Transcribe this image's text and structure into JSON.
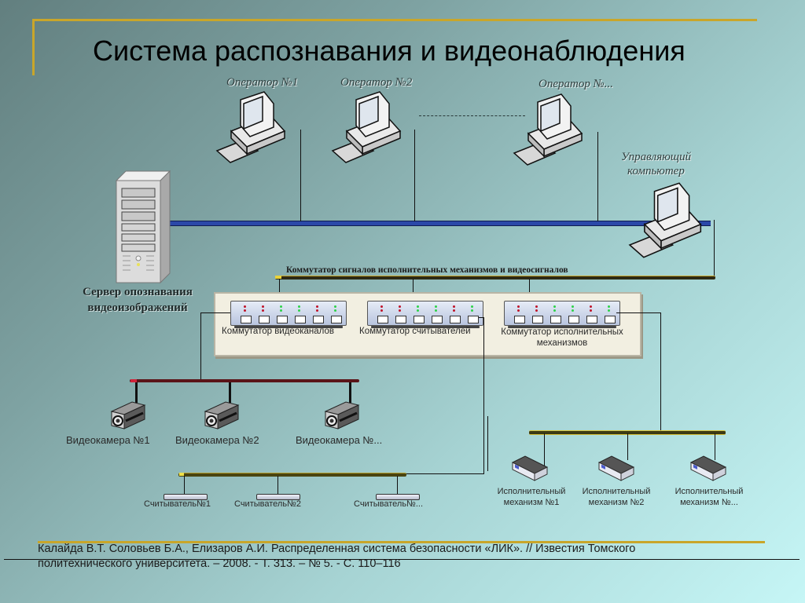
{
  "title": "Система распознавания и видеонаблюдения",
  "operators": [
    {
      "label": "Оператор №1"
    },
    {
      "label": "Оператор №2"
    },
    {
      "label": "Оператор №..."
    }
  ],
  "control_computer": {
    "label_line1": "Управляющий",
    "label_line2": "компьютер"
  },
  "server": {
    "label_line1": "Сервер опознавания",
    "label_line2": "видеоизображений"
  },
  "signal_bus": {
    "label": "Коммутатор сигналов исполнительных механизмов и видеосигналов"
  },
  "switches": [
    {
      "label": "Коммутатор видеоканалов",
      "leds": [
        "red",
        "red",
        "green",
        "green",
        "red",
        "green"
      ]
    },
    {
      "label": "Коммутатор считывателей",
      "leds": [
        "red",
        "red",
        "green",
        "green",
        "red",
        "green"
      ]
    },
    {
      "label_line1": "Коммутатор исполнительных",
      "label_line2": "механизмов",
      "leds": [
        "red",
        "red",
        "green",
        "green",
        "red",
        "green"
      ]
    }
  ],
  "cameras": [
    {
      "label": "Видеокамера №1"
    },
    {
      "label": "Видеокамера №2"
    },
    {
      "label": "Видеокамера №..."
    }
  ],
  "readers": [
    {
      "label": "Считыватель№1"
    },
    {
      "label": "Считыватель№2"
    },
    {
      "label": "Считыватель№..."
    }
  ],
  "actuators": [
    {
      "label_line1": "Исполнительный",
      "label_line2": "механизм №1"
    },
    {
      "label_line1": "Исполнительный",
      "label_line2": "механизм №2"
    },
    {
      "label_line1": "Исполнительный",
      "label_line2": "механизм №..."
    }
  ],
  "citation": {
    "line1": "Калайда В.Т. Соловьев Б.А., Елизаров А.И. Распределенная система безопасности «ЛИК». // Известия Томского",
    "line2": "политехнического университета. – 2008. - Т. 313. – № 5. - С. 110–116"
  },
  "colors": {
    "accent_gold": "#c9a62a",
    "network_blue": "#2b48a8",
    "camera_bus": "#5a1418",
    "reader_bus": "#4a4410",
    "led_red": "#c0142a",
    "led_green": "#2fd24a"
  }
}
